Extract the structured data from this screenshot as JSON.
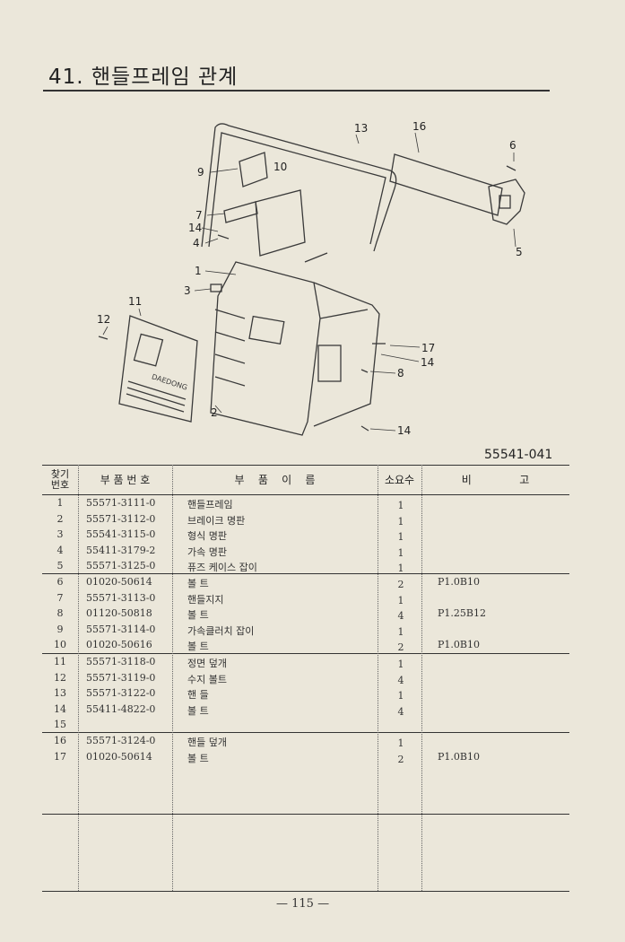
{
  "title": "41.  핸들프레임 관계",
  "drawing_number": "55541-041",
  "diagram": {
    "callouts": [
      "1",
      "2",
      "3",
      "4",
      "5",
      "6",
      "7",
      "8",
      "9",
      "10",
      "11",
      "12",
      "13",
      "14",
      "14",
      "14",
      "16",
      "17"
    ],
    "logo_text": "DAEDONG"
  },
  "table": {
    "headers": {
      "no": "찾기\n번호",
      "part_no": "부 품 번 호",
      "name": "부    품    이    름",
      "qty": "소요수",
      "remarks": "비              고"
    },
    "rows": [
      {
        "no": "1",
        "part_no": "55571-3111-0",
        "name": "핸들프레임",
        "qty": "1",
        "remarks": ""
      },
      {
        "no": "2",
        "part_no": "55571-3112-0",
        "name": "브레이크 명판",
        "qty": "1",
        "remarks": ""
      },
      {
        "no": "3",
        "part_no": "55541-3115-0",
        "name": "형식 명판",
        "qty": "1",
        "remarks": ""
      },
      {
        "no": "4",
        "part_no": "55411-3179-2",
        "name": "가속 명판",
        "qty": "1",
        "remarks": ""
      },
      {
        "no": "5",
        "part_no": "55571-3125-0",
        "name": "퓨즈 케이스 잡이",
        "qty": "1",
        "remarks": ""
      },
      {
        "no": "6",
        "part_no": "01020-50614",
        "name": "볼  트",
        "qty": "2",
        "remarks": "P1.0B10"
      },
      {
        "no": "7",
        "part_no": "55571-3113-0",
        "name": "핸들지지",
        "qty": "1",
        "remarks": ""
      },
      {
        "no": "8",
        "part_no": "01120-50818",
        "name": "볼  트",
        "qty": "4",
        "remarks": "P1.25B12"
      },
      {
        "no": "9",
        "part_no": "55571-3114-0",
        "name": "가속클러치 잡이",
        "qty": "1",
        "remarks": ""
      },
      {
        "no": "10",
        "part_no": "01020-50616",
        "name": "볼  트",
        "qty": "2",
        "remarks": "P1.0B10"
      },
      {
        "no": "11",
        "part_no": "55571-3118-0",
        "name": "정면 덮개",
        "qty": "1",
        "remarks": ""
      },
      {
        "no": "12",
        "part_no": "55571-3119-0",
        "name": "수지 볼트",
        "qty": "4",
        "remarks": ""
      },
      {
        "no": "13",
        "part_no": "55571-3122-0",
        "name": "핸  들",
        "qty": "1",
        "remarks": ""
      },
      {
        "no": "14",
        "part_no": "55411-4822-0",
        "name": "볼  트",
        "qty": "4",
        "remarks": ""
      },
      {
        "no": "15",
        "part_no": "",
        "name": "",
        "qty": "",
        "remarks": ""
      },
      {
        "no": "16",
        "part_no": "55571-3124-0",
        "name": "핸들 덮개",
        "qty": "1",
        "remarks": ""
      },
      {
        "no": "17",
        "part_no": "01020-50614",
        "name": "볼  트",
        "qty": "2",
        "remarks": "P1.0B10"
      }
    ]
  },
  "page_number": "— 115 —"
}
